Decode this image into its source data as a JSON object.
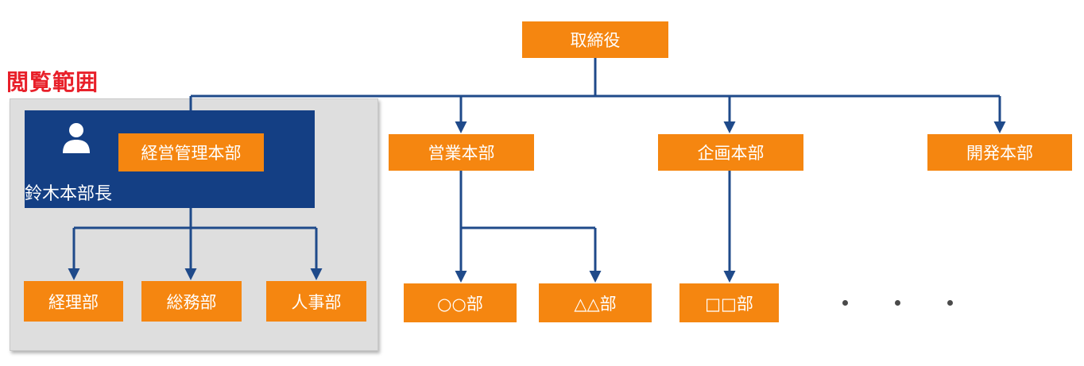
{
  "scope_label": "閲覧範囲",
  "top": {
    "label": "取締役"
  },
  "divisions": [
    {
      "key": "keiei",
      "label": "経営管理本部"
    },
    {
      "key": "eigyo",
      "label": "営業本部"
    },
    {
      "key": "kikaku",
      "label": "企画本部"
    },
    {
      "key": "kaihatsu",
      "label": "開発本部"
    }
  ],
  "division_head": {
    "name": "鈴木本部長",
    "icon": "person-icon"
  },
  "departments": {
    "keiei": [
      "経理部",
      "総務部",
      "人事部"
    ],
    "eigyo": [
      "○○部",
      "△△部"
    ],
    "kikaku": [
      "□□部"
    ]
  },
  "colors": {
    "box": "#f58610",
    "head_card": "#143f84",
    "connector": "#1f4a8a",
    "scope_label": "#e8202a",
    "scope_panel": "#dedede"
  }
}
